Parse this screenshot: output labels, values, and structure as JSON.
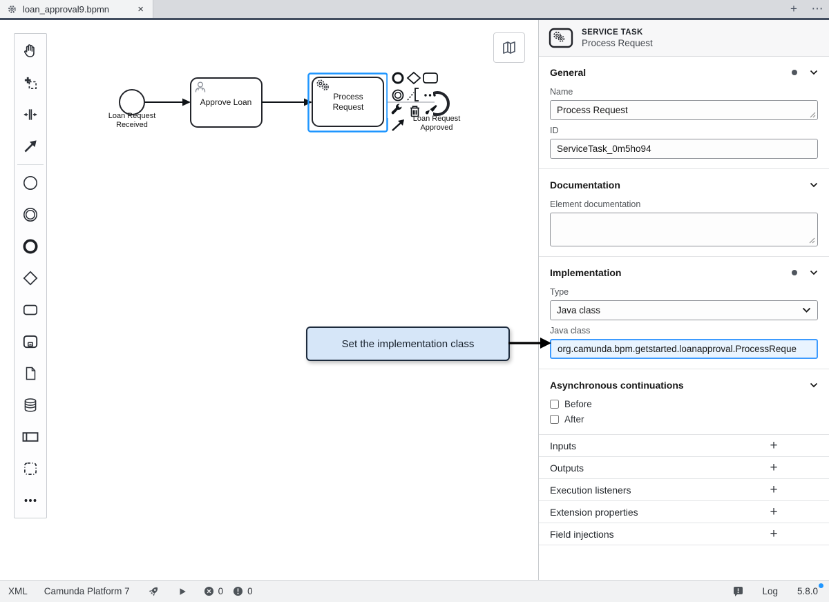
{
  "tab_bar": {
    "title": "loan_approval9.bpmn",
    "close": "×",
    "new_tab": "+",
    "more": "⋯"
  },
  "diagram": {
    "start_label_1": "Loan Request",
    "start_label_2": "Received",
    "task_approve": "Approve Loan",
    "task_process_1": "Process",
    "task_process_2": "Request",
    "end_label_1": "Loan Request",
    "end_label_2": "Approved"
  },
  "callout": {
    "text": "Set the implementation class"
  },
  "panel": {
    "header": {
      "type": "SERVICE TASK",
      "name": "Process Request"
    },
    "general": {
      "title": "General",
      "name_label": "Name",
      "name_value": "Process Request",
      "id_label": "ID",
      "id_value": "ServiceTask_0m5ho94"
    },
    "documentation": {
      "title": "Documentation",
      "doc_label": "Element documentation",
      "doc_value": ""
    },
    "implementation": {
      "title": "Implementation",
      "type_label": "Type",
      "type_value": "Java class",
      "class_label": "Java class",
      "class_value": "org.camunda.bpm.getstarted.loanapproval.ProcessReque"
    },
    "async": {
      "title": "Asynchronous continuations",
      "before_label": "Before",
      "after_label": "After"
    },
    "lists": [
      {
        "label": "Inputs",
        "add": "+"
      },
      {
        "label": "Outputs",
        "add": "+"
      },
      {
        "label": "Execution listeners",
        "add": "+"
      },
      {
        "label": "Extension properties",
        "add": "+"
      },
      {
        "label": "Field injections",
        "add": "+"
      }
    ]
  },
  "status_bar": {
    "xml": "XML",
    "engine": "Camunda Platform 7",
    "error_count": "0",
    "warning_count": "0",
    "log": "Log",
    "version": "5.8.0"
  },
  "colors": {
    "selection": "#1f96ff",
    "focus_border": "#3d9bff",
    "focus_bg": "#e9f4ff",
    "callout_bg": "#d6e6f8",
    "version_dot": "#1f96ff",
    "stroke": "#22242a"
  }
}
